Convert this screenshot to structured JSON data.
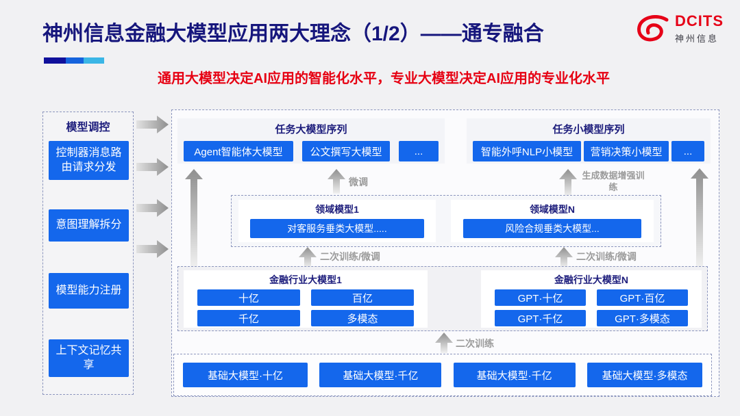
{
  "header": {
    "title": "神州信息金融大模型应用两大理念（1/2）——通专融合",
    "subtitle": "通用大模型决定AI应用的智能化水平，专业大模型决定AI应用的专业化水平",
    "logo_name": "DCITS",
    "logo_company": "神州信息"
  },
  "sidebar": {
    "title": "模型调控",
    "items": [
      "控制器消息路由请求分发",
      "意图理解拆分",
      "模型能力注册",
      "上下文记忆共享"
    ]
  },
  "flow": {
    "task_large": {
      "title": "任务大模型序列",
      "items": [
        "Agent智能体大模型",
        "公文撰写大模型",
        "..."
      ]
    },
    "task_small": {
      "title": "任务小模型序列",
      "items": [
        "智能外呼NLP小模型",
        "营销决策小模型",
        "..."
      ]
    },
    "labels": {
      "finetune": "微调",
      "augment": "生成数据增强训练",
      "retrain_finetune_left": "二次训练/微调",
      "retrain_finetune_right": "二次训练/微调",
      "retrain": "二次训练"
    },
    "domain": {
      "left": {
        "title": "领域模型1",
        "item": "对客服务垂类大模型....."
      },
      "right": {
        "title": "领域模型N",
        "item": "风险合规垂类大模型..."
      }
    },
    "industry": {
      "left": {
        "title": "金融行业大模型1",
        "items": [
          "十亿",
          "百亿",
          "千亿",
          "多模态"
        ]
      },
      "right": {
        "title": "金融行业大模型N",
        "items": [
          "GPT·十亿",
          "GPT·百亿",
          "GPT·千亿",
          "GPT·多模态"
        ]
      }
    },
    "foundation": {
      "items": [
        "基础大模型·十亿",
        "基础大模型·千亿",
        "基础大模型·千亿",
        "基础大模型·多模态"
      ]
    }
  },
  "colors": {
    "accent_blue": "#1467ec",
    "title_navy": "#16167c",
    "subtitle_red": "#e60012",
    "logo_red": "#e60017",
    "bar_cyan": "#3bb6e6",
    "dashed_border": "#8b95bd",
    "gray_label": "#9b9b9b"
  }
}
